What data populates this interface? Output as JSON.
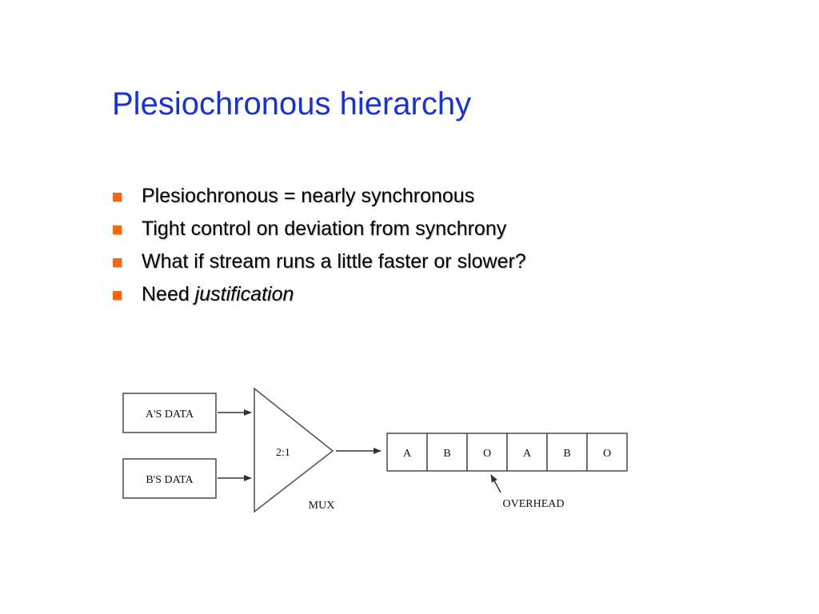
{
  "slide": {
    "title": "Plesiochronous hierarchy",
    "bullets": [
      {
        "text": "Plesiochronous = nearly synchronous"
      },
      {
        "text": "Tight control on deviation from synchrony"
      },
      {
        "text": "What if stream runs a little faster or slower?"
      },
      {
        "text": "Need ",
        "emphasis": "justification"
      }
    ],
    "colors": {
      "title": "#1a33cc",
      "bullet_marker": "#ff6600"
    }
  },
  "diagram": {
    "input_a": "A'S DATA",
    "input_b": "B'S DATA",
    "mux_ratio": "2:1",
    "mux_label": "MUX",
    "frame_cells": [
      "A",
      "B",
      "O",
      "A",
      "B",
      "O"
    ],
    "overhead_label": "OVERHEAD"
  }
}
